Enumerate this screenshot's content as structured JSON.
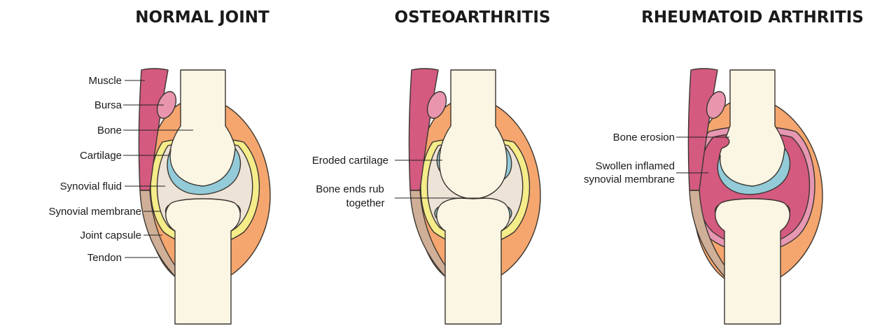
{
  "titles": {
    "normal": "NORMAL JOINT",
    "osteo": "OSTEOARTHRITIS",
    "rheumatoid": "RHEUMATOID ARTHRITIS"
  },
  "labels": {
    "normal": {
      "muscle": "Muscle",
      "bursa": "Bursa",
      "bone": "Bone",
      "cartilage": "Cartilage",
      "synovial_fluid": "Synovial fluid",
      "synovial_membrane": "Synovial membrane",
      "joint_capsule": "Joint capsule",
      "tendon": "Tendon"
    },
    "osteo": {
      "eroded_cartilage": "Eroded cartilage",
      "bone_ends_rub_1": "Bone ends rub",
      "bone_ends_rub_2": "together"
    },
    "rheumatoid": {
      "bone_erosion": "Bone erosion",
      "swollen_1": "Swollen inflamed",
      "swollen_2": "synovial membrane"
    }
  },
  "colors": {
    "bone": "#fbf6e4",
    "cartilage": "#93cbd8",
    "synovial_fluid": "#ede3d6",
    "synovial_membrane": "#f5ec8a",
    "joint_capsule": "#f5a66e",
    "muscle": "#d45a80",
    "bursa": "#e895ad",
    "tendon": "#cfaf97",
    "inflamed_membrane": "#d45a80",
    "inflamed_rim": "#e797b2"
  }
}
